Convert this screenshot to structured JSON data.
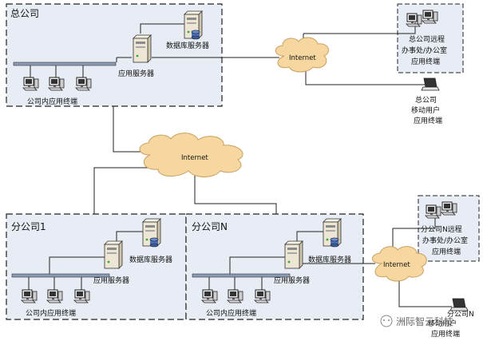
{
  "hq": {
    "title": "总公司",
    "db_server": "数据库服务器",
    "app_server": "应用服务器",
    "terminals": "公司内应用终端"
  },
  "branch1": {
    "title": "分公司1",
    "db_server": "数据库服务器",
    "app_server": "应用服务器",
    "terminals": "公司内应用终端"
  },
  "branchN": {
    "title": "分公司N",
    "db_server": "数据库服务器",
    "app_server": "应用服务器",
    "terminals": "公司内应用终端"
  },
  "clouds": {
    "top": "Internet",
    "center": "Internet",
    "right": "Internet"
  },
  "hq_remote": [
    "总公司远程",
    "办事处/办公室",
    "应用终端"
  ],
  "hq_mobile": [
    "总公司",
    "移动用户",
    "应用终端"
  ],
  "branchN_remote": [
    "分公司N远程",
    "办事处/办公室",
    "应用终端"
  ],
  "branchN_mobile": [
    "分公司N",
    "移动用户",
    "应用终端"
  ],
  "watermark": "洲际智云科技",
  "colors": {
    "zone_fill": "#e8edf5",
    "cloud_fill": "#f6d7a0",
    "cloud_stroke": "#c8a060",
    "bus_fill": "#8a9cb8",
    "server_body": "#ede6d4"
  }
}
